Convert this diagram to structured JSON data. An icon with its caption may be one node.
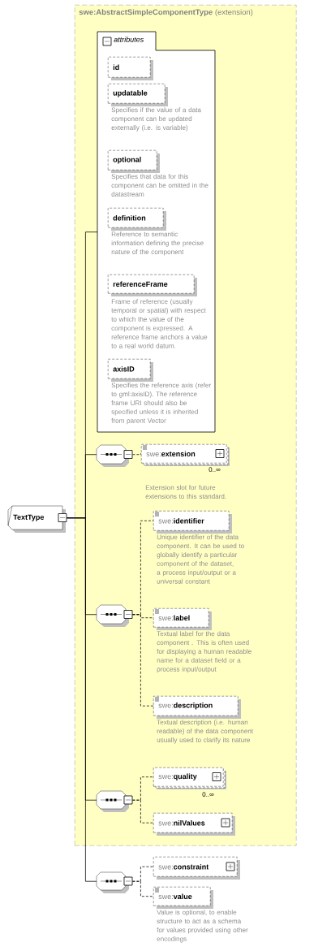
{
  "diagram": {
    "nodes": [
      {
        "text": [
          "**swe:AbstractSimpleComponentType** (extension)"
        ]
      },
      {
        "text": [
          "attributes"
        ],
        "in": 0
      },
      {
        "text": [
          "id"
        ],
        "in": 1
      },
      {
        "text": [
          "updatable"
        ],
        "in": 1,
        "beside": [
          "Specifies if the value of a data component can be updated externally (i.e. is variable)"
        ]
      },
      {
        "text": [
          "optional"
        ],
        "in": 1,
        "beside": [
          "Specifies that data for this component can be omitted in the datastream"
        ]
      },
      {
        "text": [
          "definition"
        ],
        "in": 1,
        "beside": [
          "Reference to semantic information defining the precise nature of the component"
        ]
      },
      {
        "text": [
          "referenceFrame"
        ],
        "in": 1,
        "beside": [
          "Frame of reference (usually temporal or spatial) with respect to which the value of the component is expressed. A reference frame anchors a value to a real world datum."
        ]
      },
      {
        "text": [
          "axisID"
        ],
        "in": 1,
        "beside": [
          "Specifies the reference axis (refer to gml:axisID). The reference frame URI should also be specified unless it is inherited from parent Vector"
        ]
      },
      {
        "text": [
          "TextType"
        ]
      },
      {
        "text": [],
        "shape": "octagon",
        "in": 0
      },
      {
        "text": [
          "swe:**extension**"
        ],
        "in": 0,
        "beside": [
          "0..∞",
          "Extension slot for future extensions to this standard."
        ]
      },
      {
        "text": [],
        "shape": "octagon",
        "in": 0
      },
      {
        "text": [
          "swe:**identifier**"
        ],
        "in": 0,
        "beside": [
          "Unique identifier of the data component. It can be used to globally identify a particular component of the dataset, a process input/output or a universal constant"
        ]
      },
      {
        "text": [
          "swe:**label**"
        ],
        "in": 0,
        "beside": [
          "Textual label for the data component . This is often used for displaying a human readable name for a dataset field or a process input/output"
        ]
      },
      {
        "text": [
          "swe:**description**"
        ],
        "in": 0,
        "beside": [
          "Textual description (i.e. human readable) of the data component usually used to clarify its nature"
        ]
      },
      {
        "text": [],
        "shape": "octagon",
        "in": 0
      },
      {
        "text": [
          "swe:**quality**"
        ],
        "in": 0,
        "beside": [
          "0..∞"
        ]
      },
      {
        "text": [
          "swe:**nilValues**"
        ],
        "in": 0
      },
      {
        "text": [],
        "shape": "octagon"
      },
      {
        "text": [
          "swe:**constraint**"
        ]
      },
      {
        "text": [
          "swe:**value**"
        ],
        "beside": [
          "Value is optional, to enable structure to act as a schema for values provided using other encodings"
        ]
      }
    ],
    "edges": [
      {
        "from": 8,
        "to": 1,
        "arrow": "none"
      },
      {
        "from": 8,
        "to": 9,
        "arrow": "none"
      },
      {
        "from": 8,
        "to": 11,
        "arrow": "none"
      },
      {
        "from": 8,
        "to": 15,
        "arrow": "none"
      },
      {
        "from": 8,
        "to": 18,
        "arrow": "none"
      },
      {
        "from": 9,
        "to": 10,
        "arrow": "none",
        "style": "dashed"
      },
      {
        "from": 11,
        "to": 12,
        "arrow": "none",
        "style": "dashed"
      },
      {
        "from": 11,
        "to": 13,
        "arrow": "none",
        "style": "dashed"
      },
      {
        "from": 11,
        "to": 14,
        "arrow": "none",
        "style": "dashed"
      },
      {
        "from": 15,
        "to": 16,
        "arrow": "none",
        "style": "dashed"
      },
      {
        "from": 15,
        "to": 17,
        "arrow": "none",
        "style": "dashed"
      },
      {
        "from": 18,
        "to": 19,
        "arrow": "none",
        "style": "dashed"
      },
      {
        "from": 18,
        "to": 20,
        "arrow": "none",
        "style": "dashed"
      }
    ]
  }
}
